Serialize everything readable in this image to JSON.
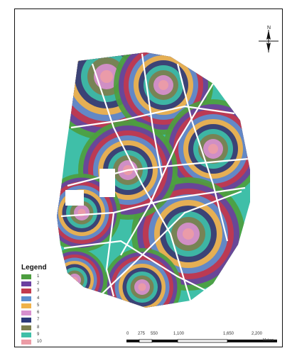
{
  "map": {
    "north_label": "N",
    "legend_title": "Legend",
    "legend": [
      {
        "label": "1",
        "color": "#4d9e3f"
      },
      {
        "label": "2",
        "color": "#6b3fa0"
      },
      {
        "label": "3",
        "color": "#c23a4e"
      },
      {
        "label": "4",
        "color": "#5b8fd0"
      },
      {
        "label": "5",
        "color": "#f0b24a"
      },
      {
        "label": "6",
        "color": "#d890cf"
      },
      {
        "label": "7",
        "color": "#2d3a7a"
      },
      {
        "label": "8",
        "color": "#7c7f4e"
      },
      {
        "label": "9",
        "color": "#3fbfa8"
      },
      {
        "label": "10",
        "color": "#ec9ca6"
      }
    ],
    "scale_labels": [
      "0",
      "275",
      "550",
      "1,100",
      "1,650",
      "2,200"
    ],
    "scale_unit": "Meters",
    "road_color": "#ffffff",
    "north_icon": "north-arrow-icon"
  }
}
